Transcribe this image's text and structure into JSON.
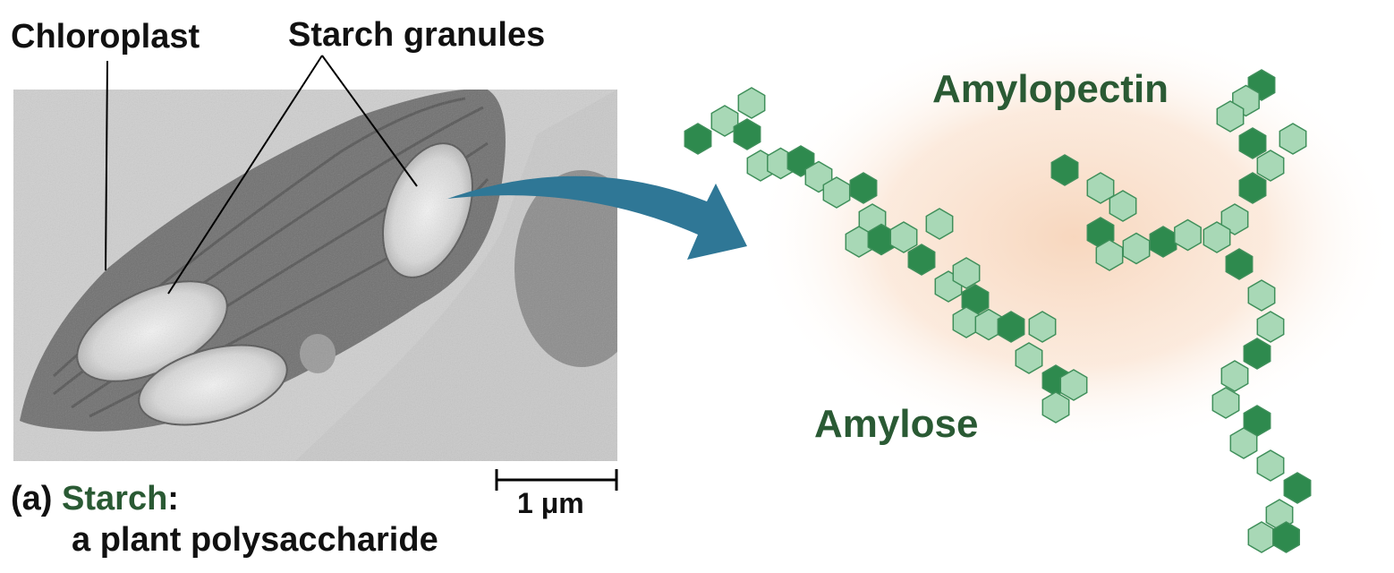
{
  "labels": {
    "chloroplast": "Chloroplast",
    "starch_granules": "Starch granules",
    "amylopectin": "Amylopectin",
    "amylose": "Amylose",
    "scale_bar": "1 μm"
  },
  "caption": {
    "prefix": "(a)",
    "highlight": "Starch",
    "colon": ":",
    "line2": "a plant polysaccharide"
  },
  "colors": {
    "label_green": "#2a5a34",
    "arrow_blue": "#2f7796",
    "glucose_dark": "#2e8a4e",
    "glucose_light": "#a8d8b6",
    "glow": "#f9dcc4"
  }
}
